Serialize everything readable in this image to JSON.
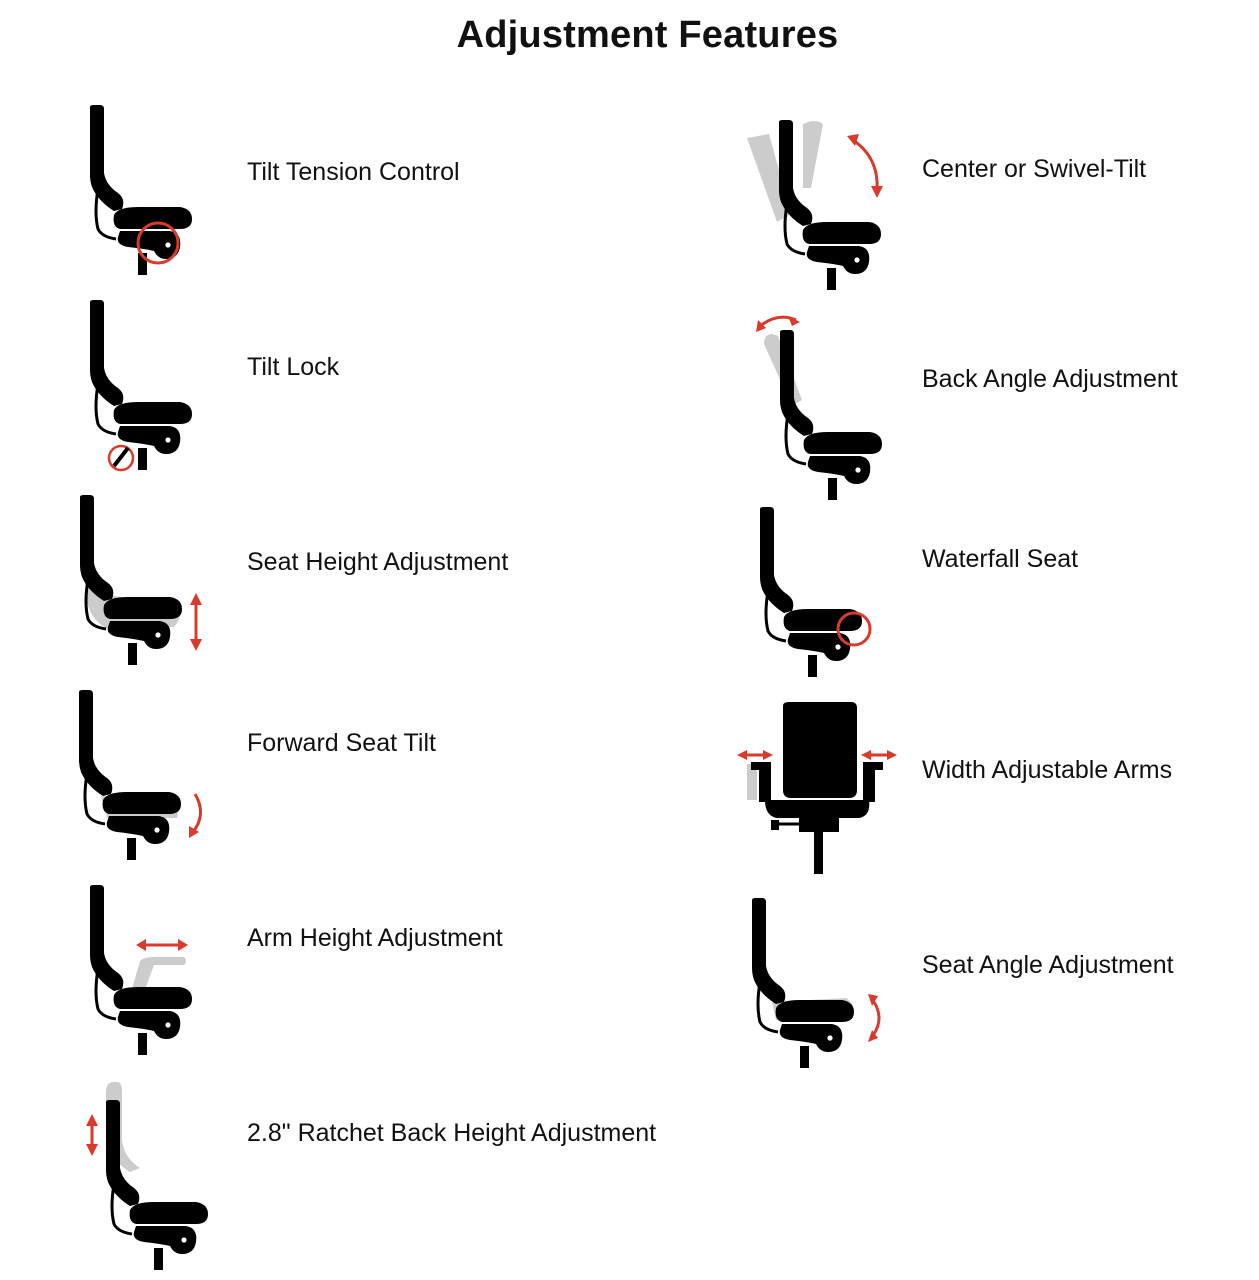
{
  "title": "Adjustment Features",
  "colors": {
    "accent": "#d93a2b",
    "chair": "#000000",
    "ghost": "#cccccc"
  },
  "features": {
    "tilt_tension": {
      "label": "Tilt Tension Control",
      "icon": "tilt-tension-chair-icon"
    },
    "tilt_lock": {
      "label": "Tilt Lock",
      "icon": "tilt-lock-chair-icon"
    },
    "seat_height": {
      "label": "Seat Height Adjustment",
      "icon": "seat-height-chair-icon"
    },
    "forward_tilt": {
      "label": "Forward Seat Tilt",
      "icon": "forward-seat-tilt-chair-icon"
    },
    "arm_height": {
      "label": "Arm Height Adjustment",
      "icon": "arm-height-chair-icon"
    },
    "back_height": {
      "label": "2.8\" Ratchet Back Height Adjustment",
      "icon": "back-height-chair-icon"
    },
    "swivel_tilt": {
      "label": "Center or Swivel-Tilt",
      "icon": "swivel-tilt-chair-icon"
    },
    "back_angle": {
      "label": "Back Angle Adjustment",
      "icon": "back-angle-chair-icon"
    },
    "waterfall": {
      "label": "Waterfall Seat",
      "icon": "waterfall-seat-chair-icon"
    },
    "width_arms": {
      "label": "Width Adjustable Arms",
      "icon": "width-arms-chair-icon"
    },
    "seat_angle": {
      "label": "Seat Angle Adjustment",
      "icon": "seat-angle-chair-icon"
    }
  }
}
